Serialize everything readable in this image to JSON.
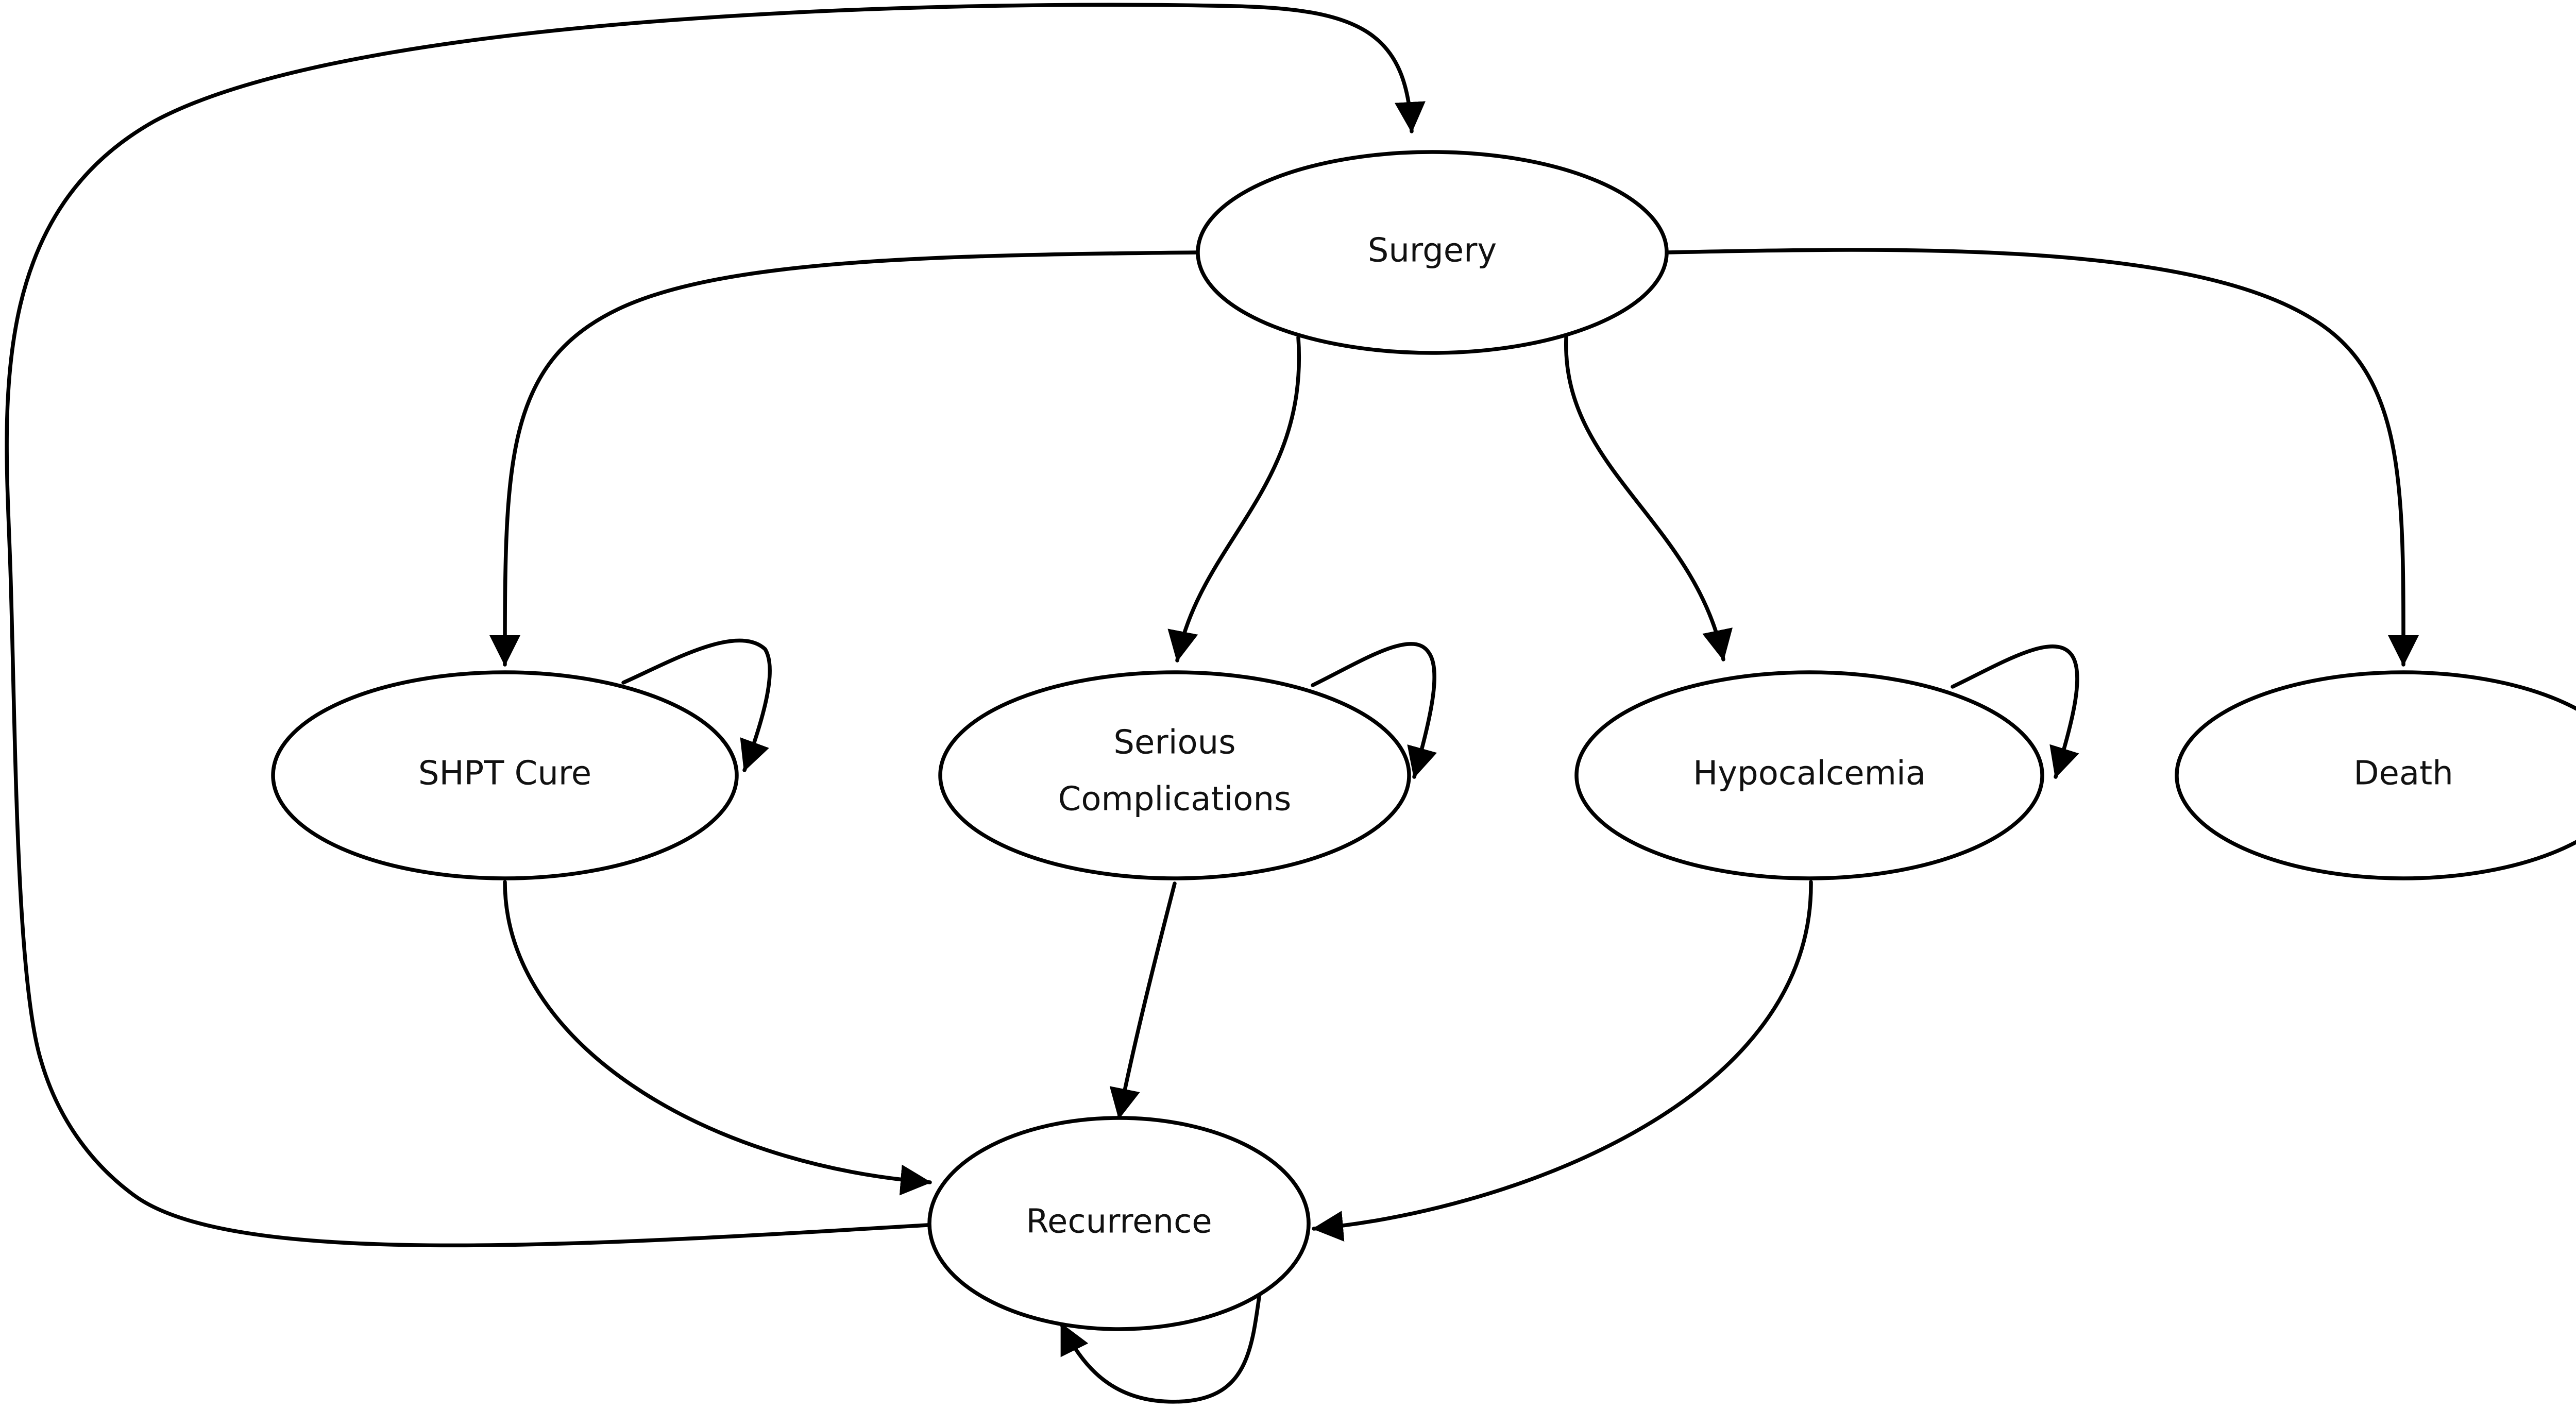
{
  "nodes": {
    "surgery": {
      "label": "Surgery"
    },
    "shpt_cure": {
      "label": "SHPT Cure"
    },
    "serious_complications": {
      "label_line1": "Serious",
      "label_line2": "Complications"
    },
    "hypocalcemia": {
      "label": "Hypocalcemia"
    },
    "death": {
      "label": "Death"
    },
    "recurrence": {
      "label": "Recurrence"
    }
  },
  "edges": [
    {
      "from": "Surgery",
      "to": "SHPT Cure"
    },
    {
      "from": "Surgery",
      "to": "Serious Complications"
    },
    {
      "from": "Surgery",
      "to": "Hypocalcemia"
    },
    {
      "from": "Surgery",
      "to": "Death"
    },
    {
      "from": "SHPT Cure",
      "to": "SHPT Cure"
    },
    {
      "from": "Serious Complications",
      "to": "Serious Complications"
    },
    {
      "from": "Hypocalcemia",
      "to": "Hypocalcemia"
    },
    {
      "from": "SHPT Cure",
      "to": "Recurrence"
    },
    {
      "from": "Serious Complications",
      "to": "Recurrence"
    },
    {
      "from": "Hypocalcemia",
      "to": "Recurrence"
    },
    {
      "from": "Recurrence",
      "to": "Surgery"
    },
    {
      "from": "Recurrence",
      "to": "Recurrence"
    }
  ],
  "colors": {
    "stroke": "#000000",
    "fill": "#ffffff",
    "text": "#111111"
  }
}
